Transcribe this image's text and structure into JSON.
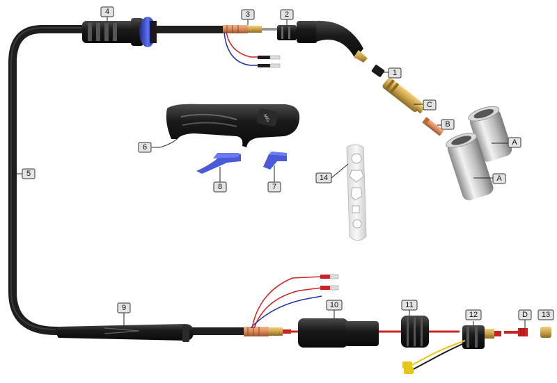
{
  "callouts": {
    "c1": "1",
    "c2": "2",
    "c3": "3",
    "c4": "4",
    "c5": "5",
    "c6": "6",
    "c7": "7",
    "c8": "8",
    "c9": "9",
    "c10": "10",
    "c11": "11",
    "c12": "12",
    "c13": "13",
    "c14": "14",
    "cA1": "A",
    "cA2": "A",
    "cB": "B",
    "cC": "C",
    "cD": "D"
  },
  "handle_text": "MIG",
  "colors": {
    "cable": "#1e1e1e",
    "blue_accent": "#3549c8",
    "brass": "#c9a24a",
    "copper": "#d98a5a",
    "red_wire": "#cc2222",
    "blue_wire": "#2233aa",
    "yellow_wire": "#e6c619",
    "nozzle": "#c8c8c8",
    "trigger_blue": "#4a5ad8"
  }
}
